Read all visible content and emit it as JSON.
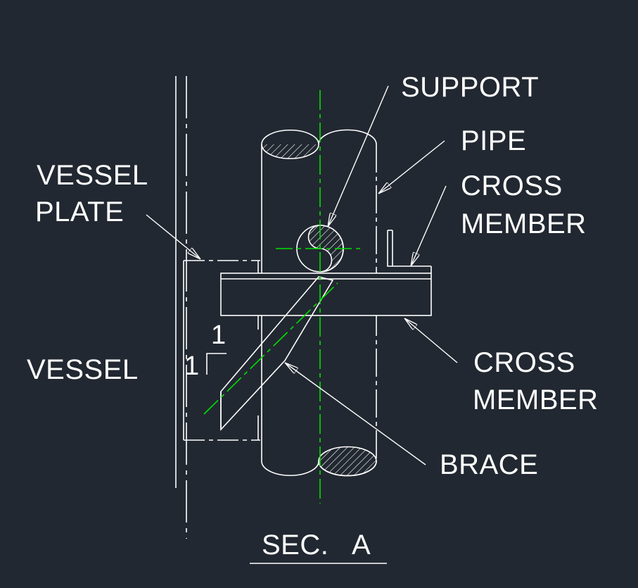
{
  "labels": {
    "support": "SUPPORT",
    "pipe": "PIPE",
    "cross_member_top_1": "CROSS",
    "cross_member_top_2": "MEMBER",
    "vessel_plate_1": "VESSEL",
    "vessel_plate_2": "PLATE",
    "vessel": "VESSEL",
    "cross_member_bottom_1": "CROSS",
    "cross_member_bottom_2": "MEMBER",
    "brace": "BRACE",
    "slope_rise": "1",
    "slope_run": "1",
    "section_title": "SEC.   A"
  },
  "colors": {
    "background": "#222831",
    "line": "#ffffff",
    "centerline": "#00e000",
    "hatch": "#ffffff"
  }
}
